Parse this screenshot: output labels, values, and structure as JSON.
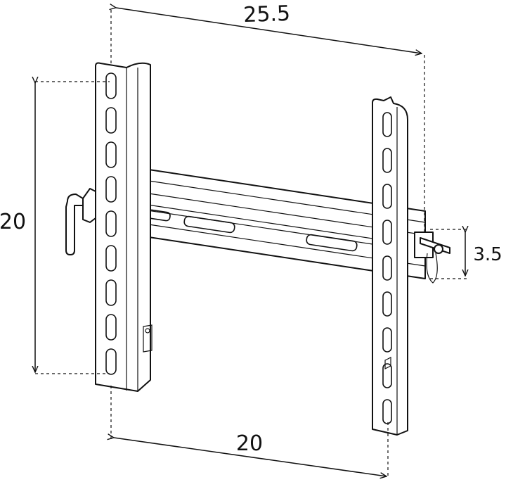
{
  "dimensions": {
    "top_width": "25.5",
    "bottom_width": "20",
    "left_height": "20",
    "right_depth": "3.5"
  },
  "colors": {
    "line": "#111111",
    "background": "#ffffff"
  }
}
